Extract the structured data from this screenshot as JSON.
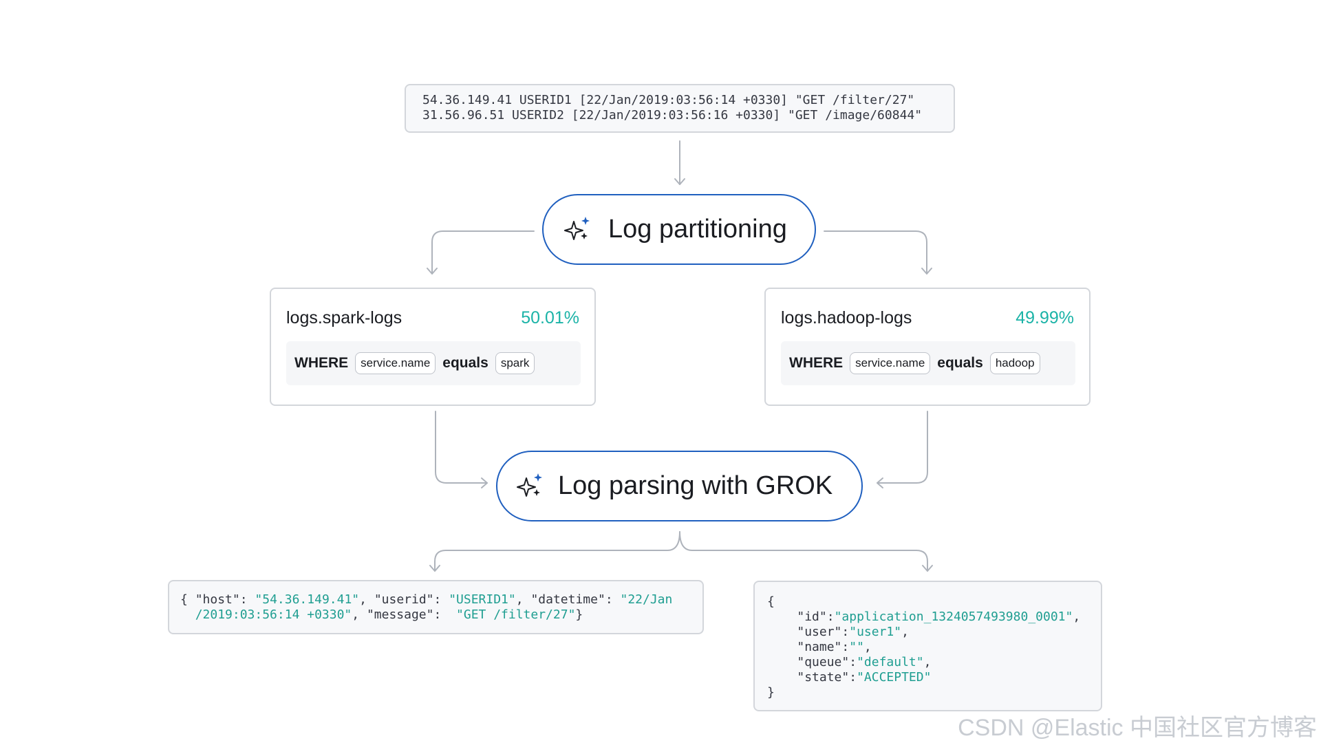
{
  "raw_logs": {
    "lines": [
      "54.36.149.41 USERID1 [22/Jan/2019:03:56:14 +0330] \"GET /filter/27\"",
      "31.56.96.51 USERID2 [22/Jan/2019:03:56:16 +0330] \"GET /image/60844\""
    ]
  },
  "partition_step": {
    "label": "Log partitioning",
    "icon": "sparkle-icon"
  },
  "streams": [
    {
      "name": "logs.spark-logs",
      "percent": "50.01%",
      "where": "WHERE",
      "field": "service.name",
      "operator": "equals",
      "value": "spark"
    },
    {
      "name": "logs.hadoop-logs",
      "percent": "49.99%",
      "where": "WHERE",
      "field": "service.name",
      "operator": "equals",
      "value": "hadoop"
    }
  ],
  "parse_step": {
    "label": "Log parsing with GROK",
    "icon": "sparkle-icon"
  },
  "spark_parsed": {
    "open": "{ ",
    "k_host": "\"host\"",
    "v_host": "\"54.36.149.41\"",
    "k_userid": "\"userid\"",
    "v_userid": "\"USERID1\"",
    "k_datetime": "\"datetime\"",
    "v_datetime_a": "\"22/Jan",
    "v_datetime_b": "/2019:03:56:14 +0330\"",
    "k_message": "\"message\"",
    "v_message": "\"GET /filter/27\"",
    "close": "}"
  },
  "hadoop_parsed": {
    "open": "{",
    "rows": [
      {
        "key": "\"id\"",
        "value": "\"application_1324057493980_0001\"",
        "trail": ","
      },
      {
        "key": "\"user\"",
        "value": "\"user1\"",
        "trail": ","
      },
      {
        "key": "\"name\"",
        "value": "\"\"",
        "trail": ","
      },
      {
        "key": "\"queue\"",
        "value": "\"default\"",
        "trail": ","
      },
      {
        "key": "\"state\"",
        "value": "\"ACCEPTED\"",
        "trail": ""
      }
    ],
    "close": "}"
  },
  "watermark": "CSDN @Elastic 中国社区官方博客",
  "colors": {
    "accent_blue": "#1f5fbf",
    "teal": "#1bb3a7",
    "json_value": "#1f9e91",
    "border": "#d3d6db"
  }
}
